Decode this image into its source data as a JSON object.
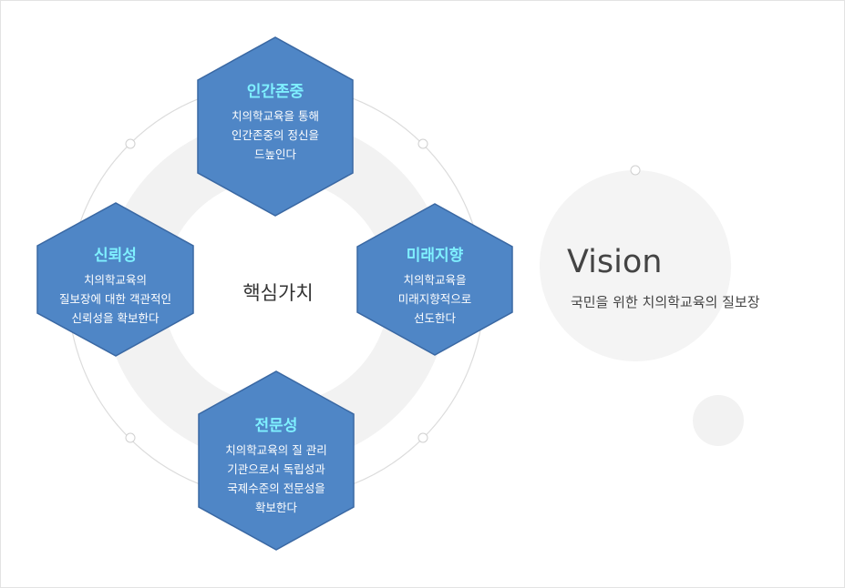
{
  "center_label": "핵심가치",
  "values": [
    {
      "title": "인간존중",
      "lines": [
        "치의학교육을 통해",
        "인간존중의 정신을",
        "드높인다"
      ]
    },
    {
      "title": "신뢰성",
      "lines": [
        "치의학교육의",
        "질보장에 대한 객관적인",
        "신뢰성을 확보한다"
      ]
    },
    {
      "title": "미래지향",
      "lines": [
        "치의학교육을",
        "미래지향적으로",
        "선도한다"
      ]
    },
    {
      "title": "전문성",
      "lines": [
        "치의학교육의 질 관리",
        "기관으로서 독립성과",
        "국제수준의 전문성을",
        "확보한다"
      ]
    }
  ],
  "vision": {
    "title": "Vision",
    "subtitle": "국민을 위한 치의학교육의 질보장"
  },
  "colors": {
    "hex_fill": "#4f86c6",
    "hex_edge": "#3a68a3",
    "title": "#7ff0ff",
    "ring": "#f2f2f2"
  }
}
